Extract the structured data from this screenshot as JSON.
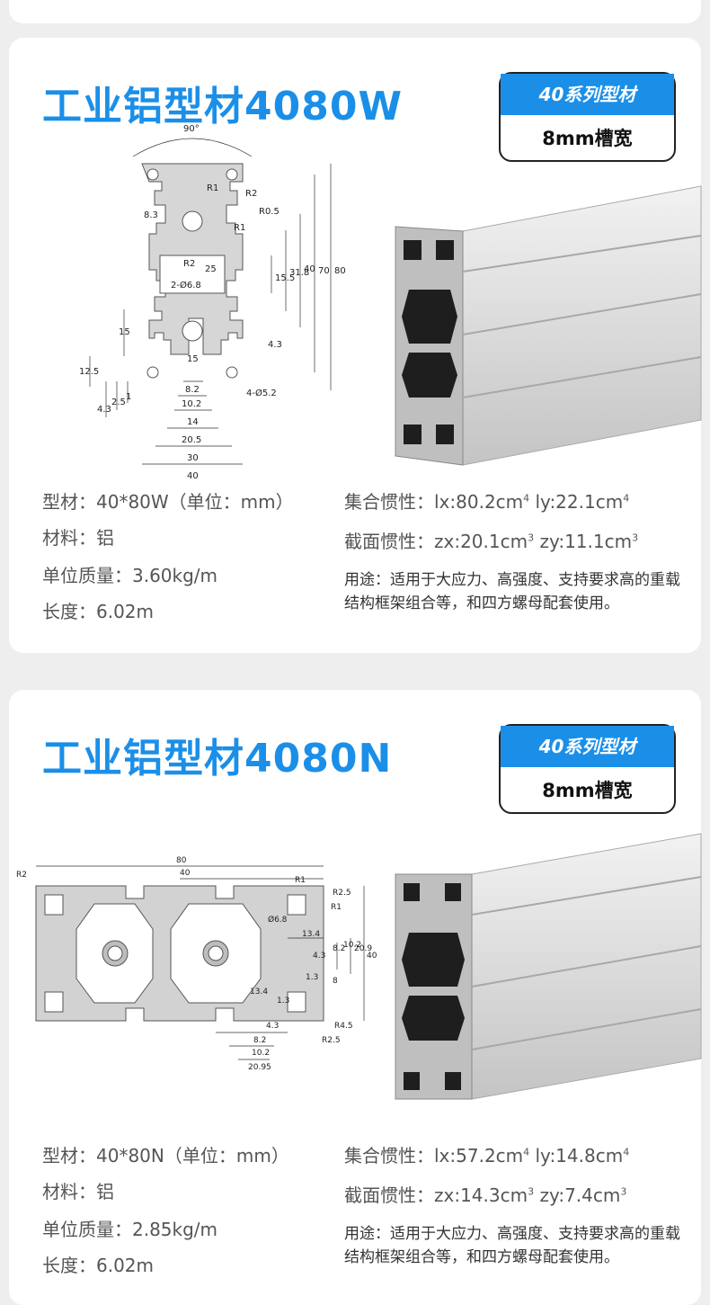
{
  "products": [
    {
      "title": "工业铝型材4080W",
      "series_label": "40系列型材",
      "slot_label": "8mm槽宽",
      "spec_model": "型材：40*80W（单位：mm）",
      "spec_material": "材料：铝",
      "spec_weight": "单位质量：3.60kg/m",
      "spec_length": "长度：6.02m",
      "inertia_label": "集合惯性：",
      "inertia_x": "lx:80.2cm",
      "inertia_y": "ly:22.1cm",
      "section_label": "截面惯性：",
      "section_x": "zx:20.1cm",
      "section_y": "zy:11.1cm",
      "exp4": "4",
      "exp3": "3",
      "usage": "用途：适用于大应力、高强度、支持要求高的重载结构框架组合等，和四方螺母配套使用。",
      "dims": {
        "angle": "90°",
        "r1": "R1",
        "r05": "R0.5",
        "r2": "R2",
        "r2b": "R2",
        "r1b": "R1",
        "d83": "8.3",
        "d25": "25",
        "d155": "15.5",
        "d318": "31.8",
        "d40": "40",
        "d70": "70",
        "d80": "80",
        "d15": "15",
        "d15b": "15",
        "d43": "4.3",
        "d125": "12.5",
        "d43b": "4.3",
        "d25b": "2.5",
        "d1": "1",
        "d82": "8.2",
        "d102": "10.2",
        "d14": "14",
        "d205": "20.5",
        "d30": "30",
        "d40b": "40",
        "hole1": "2-Ø6.8",
        "hole2": "4-Ø5.2"
      }
    },
    {
      "title": "工业铝型材4080N",
      "series_label": "40系列型材",
      "slot_label": "8mm槽宽",
      "spec_model": "型材：40*80N（单位：mm）",
      "spec_material": "材料：铝",
      "spec_weight": "单位质量：2.85kg/m",
      "spec_length": "长度：6.02m",
      "inertia_label": "集合惯性：",
      "inertia_x": "lx:57.2cm",
      "inertia_y": "ly:14.8cm",
      "section_label": "截面惯性：",
      "section_x": "zx:14.3cm",
      "section_y": "zy:7.4cm",
      "exp4": "4",
      "exp3": "3",
      "usage": "用途：适用于大应力、高强度、支持要求高的重载结构框架组合等，和四方螺母配套使用。",
      "dims": {
        "d80": "80",
        "d40": "40",
        "r2": "R2",
        "r25": "R2.5",
        "r1": "R1",
        "r1b": "R1",
        "r45": "R4.5",
        "r25b": "R2.5",
        "d68": "Ø6.8",
        "d134": "13.4",
        "d43": "4.3",
        "d82": "8.2",
        "d102": "10.2",
        "d209": "20.9",
        "d40v": "40",
        "d13": "1.3",
        "d134b": "13.4",
        "d13b": "1.3",
        "d43b": "4.3",
        "d82b": "8.2",
        "d102b": "10.2",
        "d2095": "20.95",
        "d8": "8"
      }
    }
  ],
  "colors": {
    "accent": "#1b8fe8",
    "text": "#555555",
    "profile": "#cfcfcf"
  }
}
